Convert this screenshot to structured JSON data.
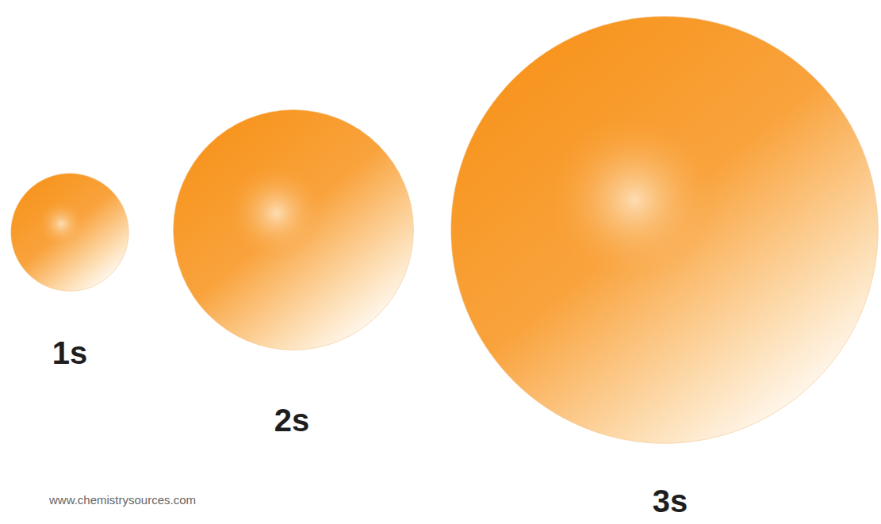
{
  "diagram": {
    "nodes": [
      {
        "text": [
          "1s"
        ]
      },
      {
        "text": [
          "2s"
        ]
      },
      {
        "text": [
          "3s"
        ]
      }
    ],
    "labels": [
      "www.chemistrysources.com"
    ]
  }
}
